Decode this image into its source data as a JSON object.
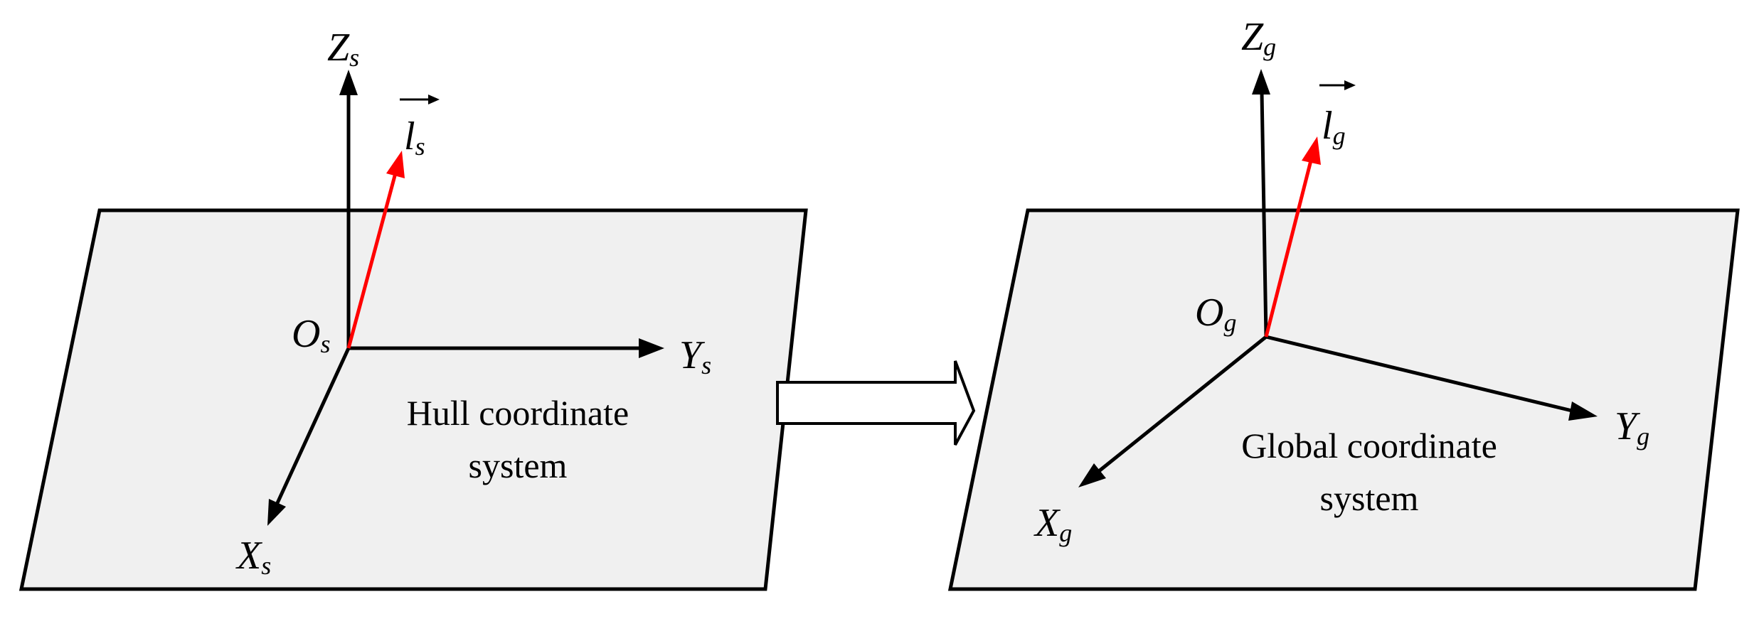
{
  "colors": {
    "plane_fill": "#f0f0f0",
    "axis": "#000000",
    "vector": "#ff0000"
  },
  "hull": {
    "caption_line1": "Hull coordinate",
    "caption_line2": "system",
    "origin": {
      "main": "O",
      "sub": "s"
    },
    "x_axis": {
      "main": "X",
      "sub": "s"
    },
    "y_axis": {
      "main": "Y",
      "sub": "s"
    },
    "z_axis": {
      "main": "Z",
      "sub": "s"
    },
    "vector": {
      "main": "l",
      "sub": "s"
    }
  },
  "global": {
    "caption_line1": "Global coordinate",
    "caption_line2": "system",
    "origin": {
      "main": "O",
      "sub": "g"
    },
    "x_axis": {
      "main": "X",
      "sub": "g"
    },
    "y_axis": {
      "main": "Y",
      "sub": "g"
    },
    "z_axis": {
      "main": "Z",
      "sub": "g"
    },
    "vector": {
      "main": "l",
      "sub": "g"
    }
  },
  "transition_icon": "right-block-arrow-icon"
}
